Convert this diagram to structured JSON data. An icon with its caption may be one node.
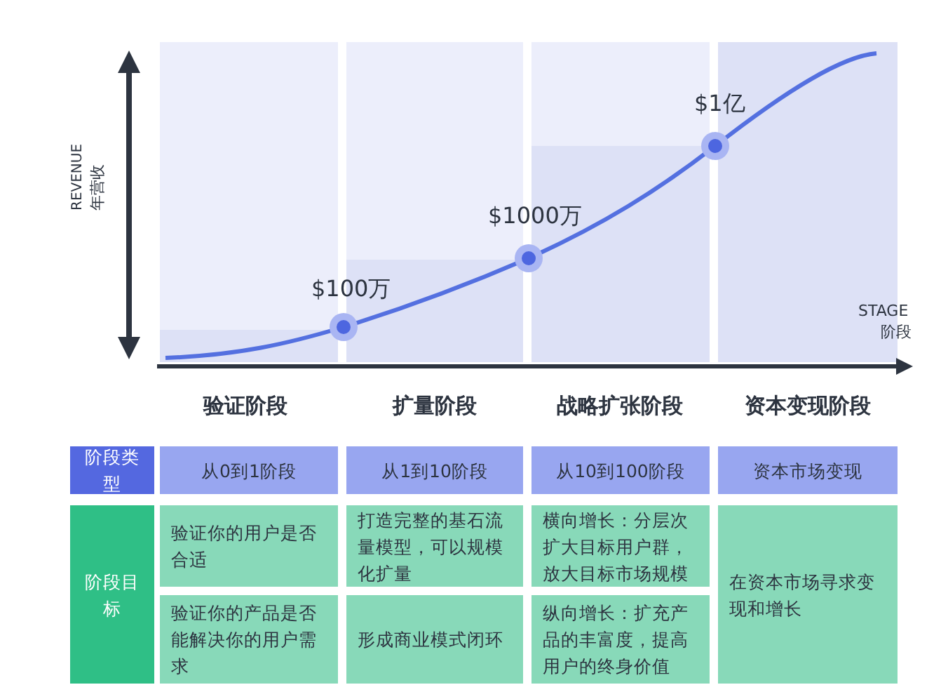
{
  "diagram": {
    "nodes": [
      {
        "text": [
          "阶段类型"
        ]
      },
      {
        "text": [
          "从0到1阶段"
        ]
      },
      {
        "text": [
          "从1到10阶段"
        ]
      },
      {
        "text": [
          "从10到100阶段"
        ]
      },
      {
        "text": [
          "资本市场变现"
        ]
      },
      {
        "text": [
          "阶段目标"
        ]
      },
      {
        "text": [
          "验证你的用户是否合适"
        ]
      },
      {
        "text": [
          "打造完整的基石流量模型，可以规模化扩量"
        ]
      },
      {
        "text": [
          "横向增长：分层次扩大目标用户群，放大目标市场规模"
        ]
      },
      {
        "text": [
          "在资本市场寻求变现和增长"
        ]
      },
      {
        "text": [
          "验证你的产品是否能解决你的用户需求"
        ]
      },
      {
        "text": [
          "形成商业模式闭环"
        ]
      },
      {
        "text": [
          "纵向增长：扩充产品的丰富度，提高用户的终身价值"
        ]
      }
    ],
    "edges": [],
    "labels": [
      "$1亿",
      "$1000万",
      "REVENUE",
      "年营收",
      "$100万",
      "STAGE",
      "阶段",
      "验证阶段",
      "扩量阶段",
      "战略扩张阶段",
      "资本变现阶段"
    ]
  }
}
